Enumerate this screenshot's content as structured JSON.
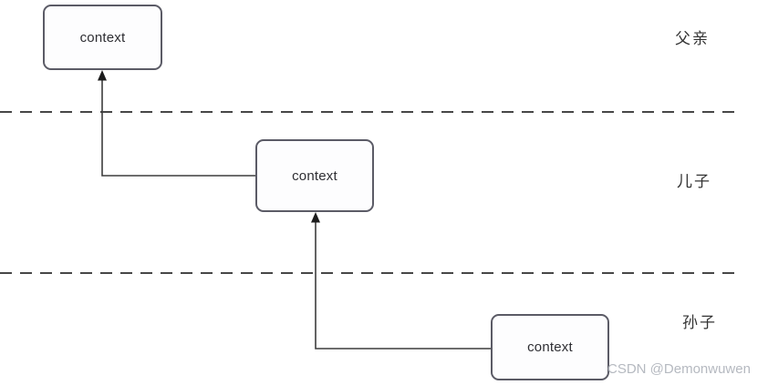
{
  "diagram": {
    "boxes": [
      {
        "id": "father-context",
        "label": "context"
      },
      {
        "id": "son-context",
        "label": "context"
      },
      {
        "id": "grandson-context",
        "label": "context"
      }
    ],
    "generation_labels": [
      {
        "id": "father",
        "text": "父亲"
      },
      {
        "id": "son",
        "text": "儿子"
      },
      {
        "id": "grandson",
        "text": "孙子"
      }
    ],
    "watermark": "CSDN @Demonwuwen",
    "colors": {
      "background": "#ffffff",
      "box_border": "#5b5b66",
      "box_fill": "#fdfdfe",
      "box_text": "#2e2e33",
      "connector": "#3d3d3d",
      "arrowhead": "#1c1c1c",
      "divider": "#474747",
      "label_text": "#333333",
      "watermark_text": "#b5b9c0"
    }
  }
}
